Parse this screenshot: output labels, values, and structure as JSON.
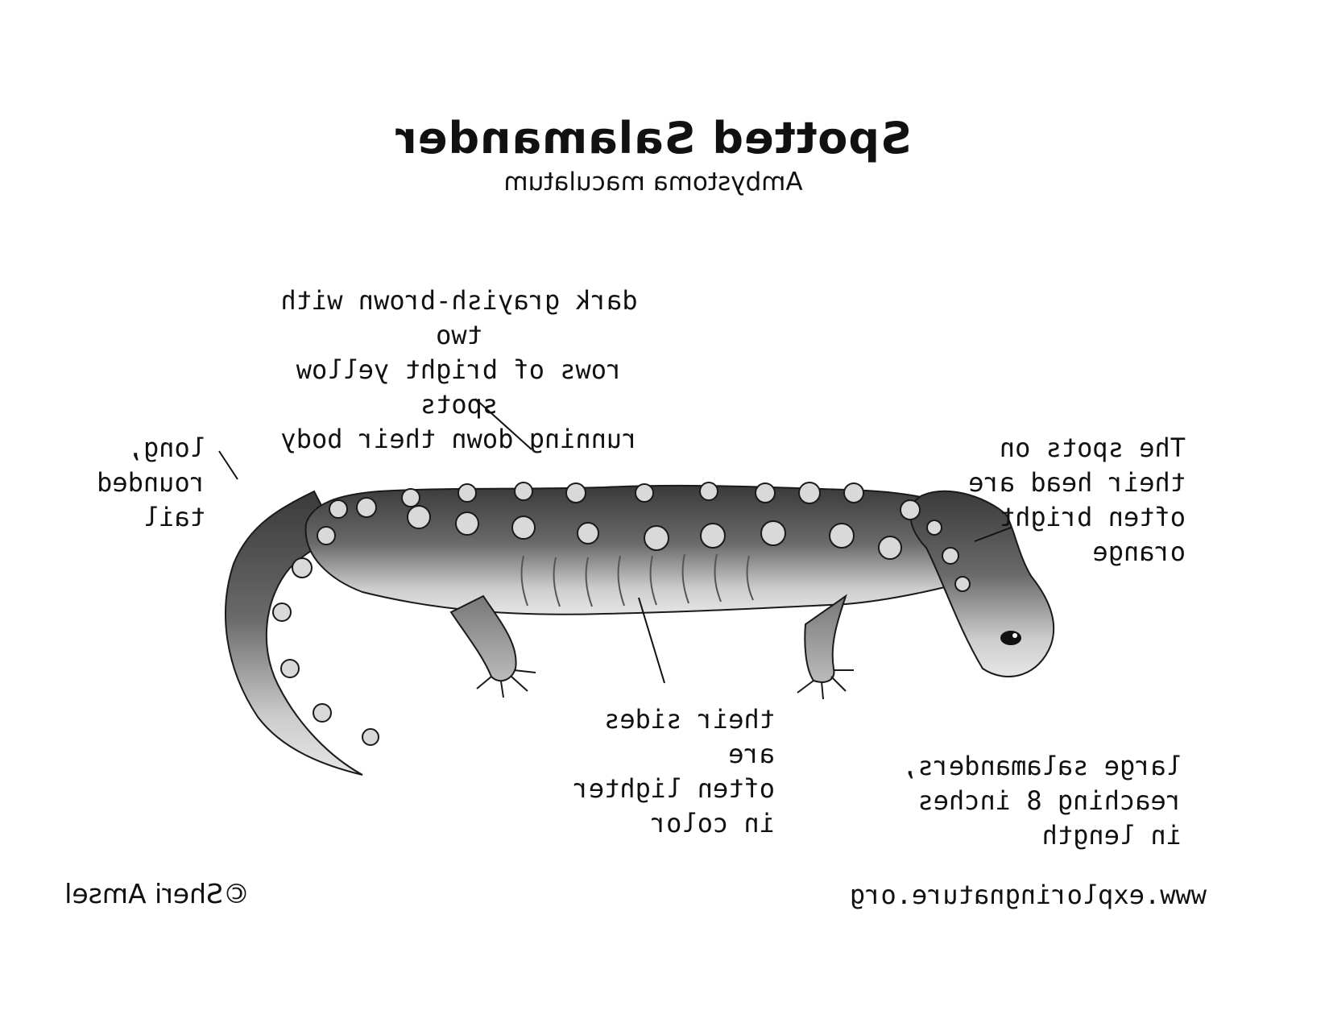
{
  "title": "Spotted Salamander",
  "subtitle": "Ambystoma maculatum",
  "labels": {
    "back": "dark grayish-brown with two\nrows of bright yellow spots\nrunning down their body",
    "tail": "long,\nrounded\ntail",
    "head": "The spots on\ntheir head are\noften bright\norange",
    "sides": "their sides are\noften lighter\nin color",
    "size": "large salamanders,\nreaching 8 inches\nin length"
  },
  "credit": "©Sheri Amsel",
  "website": "www.exploringnature.org",
  "colors": {
    "ink": "#111111",
    "back_dark": "#3c3c3c",
    "side_light": "#cfcfcf",
    "spot_fill": "#d9d9d9"
  }
}
